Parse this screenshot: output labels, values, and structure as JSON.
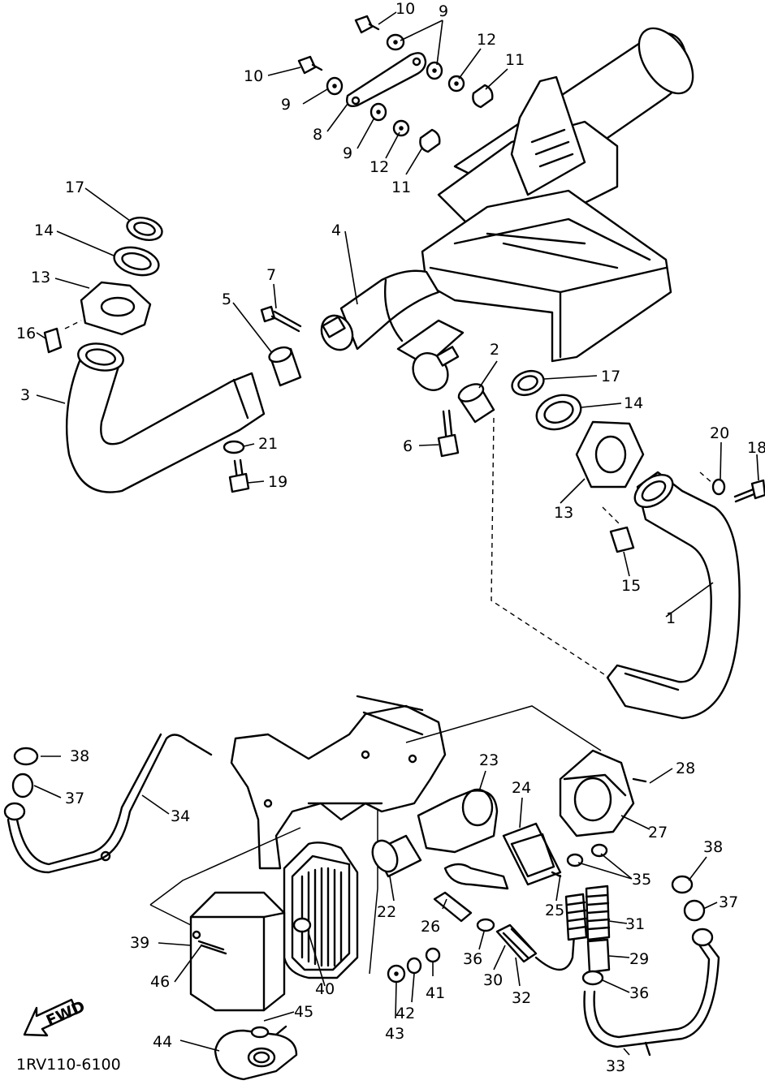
{
  "diagram": {
    "drawing_code": "1RV110-6100",
    "fwd_label": "FWD",
    "callouts": [
      {
        "id": "c1",
        "label": "1"
      },
      {
        "id": "c2",
        "label": "2"
      },
      {
        "id": "c3",
        "label": "3"
      },
      {
        "id": "c4",
        "label": "4"
      },
      {
        "id": "c5",
        "label": "5"
      },
      {
        "id": "c6",
        "label": "6"
      },
      {
        "id": "c7",
        "label": "7"
      },
      {
        "id": "c8",
        "label": "8"
      },
      {
        "id": "c9a",
        "label": "9"
      },
      {
        "id": "c9b",
        "label": "9"
      },
      {
        "id": "c9c",
        "label": "9"
      },
      {
        "id": "c10a",
        "label": "10"
      },
      {
        "id": "c10b",
        "label": "10"
      },
      {
        "id": "c11a",
        "label": "11"
      },
      {
        "id": "c11b",
        "label": "11"
      },
      {
        "id": "c12a",
        "label": "12"
      },
      {
        "id": "c12b",
        "label": "12"
      },
      {
        "id": "c13a",
        "label": "13"
      },
      {
        "id": "c13b",
        "label": "13"
      },
      {
        "id": "c14a",
        "label": "14"
      },
      {
        "id": "c14b",
        "label": "14"
      },
      {
        "id": "c15",
        "label": "15"
      },
      {
        "id": "c16",
        "label": "16"
      },
      {
        "id": "c17a",
        "label": "17"
      },
      {
        "id": "c17b",
        "label": "17"
      },
      {
        "id": "c18",
        "label": "18"
      },
      {
        "id": "c19",
        "label": "19"
      },
      {
        "id": "c20",
        "label": "20"
      },
      {
        "id": "c21",
        "label": "21"
      },
      {
        "id": "c22",
        "label": "22"
      },
      {
        "id": "c23",
        "label": "23"
      },
      {
        "id": "c24",
        "label": "24"
      },
      {
        "id": "c25",
        "label": "25"
      },
      {
        "id": "c26",
        "label": "26"
      },
      {
        "id": "c27",
        "label": "27"
      },
      {
        "id": "c28",
        "label": "28"
      },
      {
        "id": "c29",
        "label": "29"
      },
      {
        "id": "c30",
        "label": "30"
      },
      {
        "id": "c31",
        "label": "31"
      },
      {
        "id": "c32",
        "label": "32"
      },
      {
        "id": "c33",
        "label": "33"
      },
      {
        "id": "c34",
        "label": "34"
      },
      {
        "id": "c35",
        "label": "35"
      },
      {
        "id": "c36a",
        "label": "36"
      },
      {
        "id": "c36b",
        "label": "36"
      },
      {
        "id": "c37a",
        "label": "37"
      },
      {
        "id": "c37b",
        "label": "37"
      },
      {
        "id": "c38a",
        "label": "38"
      },
      {
        "id": "c38b",
        "label": "38"
      },
      {
        "id": "c39",
        "label": "39"
      },
      {
        "id": "c40",
        "label": "40"
      },
      {
        "id": "c41",
        "label": "41"
      },
      {
        "id": "c42",
        "label": "42"
      },
      {
        "id": "c43",
        "label": "43"
      },
      {
        "id": "c44",
        "label": "44"
      },
      {
        "id": "c45",
        "label": "45"
      },
      {
        "id": "c46",
        "label": "46"
      }
    ]
  }
}
